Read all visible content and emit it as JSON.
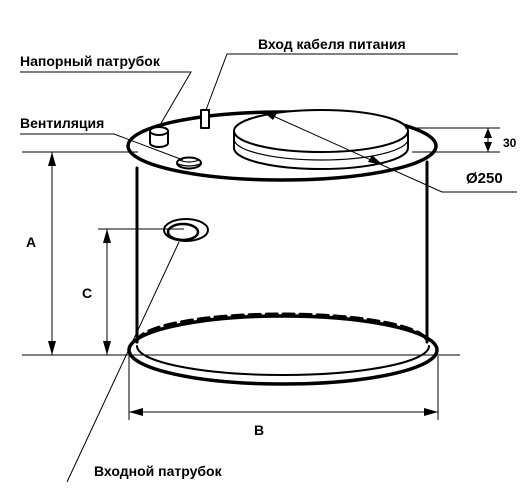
{
  "labels": {
    "power_cable_inlet": "Вход кабеля питания",
    "pressure_pipe": "Напорный патрубок",
    "ventilation": "Вентиляция",
    "inlet_pipe": "Входной патрубок",
    "dim_a": "A",
    "dim_b": "B",
    "dim_c": "C",
    "dim_height": "30",
    "dim_diameter": "Ø250"
  },
  "colors": {
    "stroke": "#000000",
    "background": "#ffffff"
  }
}
